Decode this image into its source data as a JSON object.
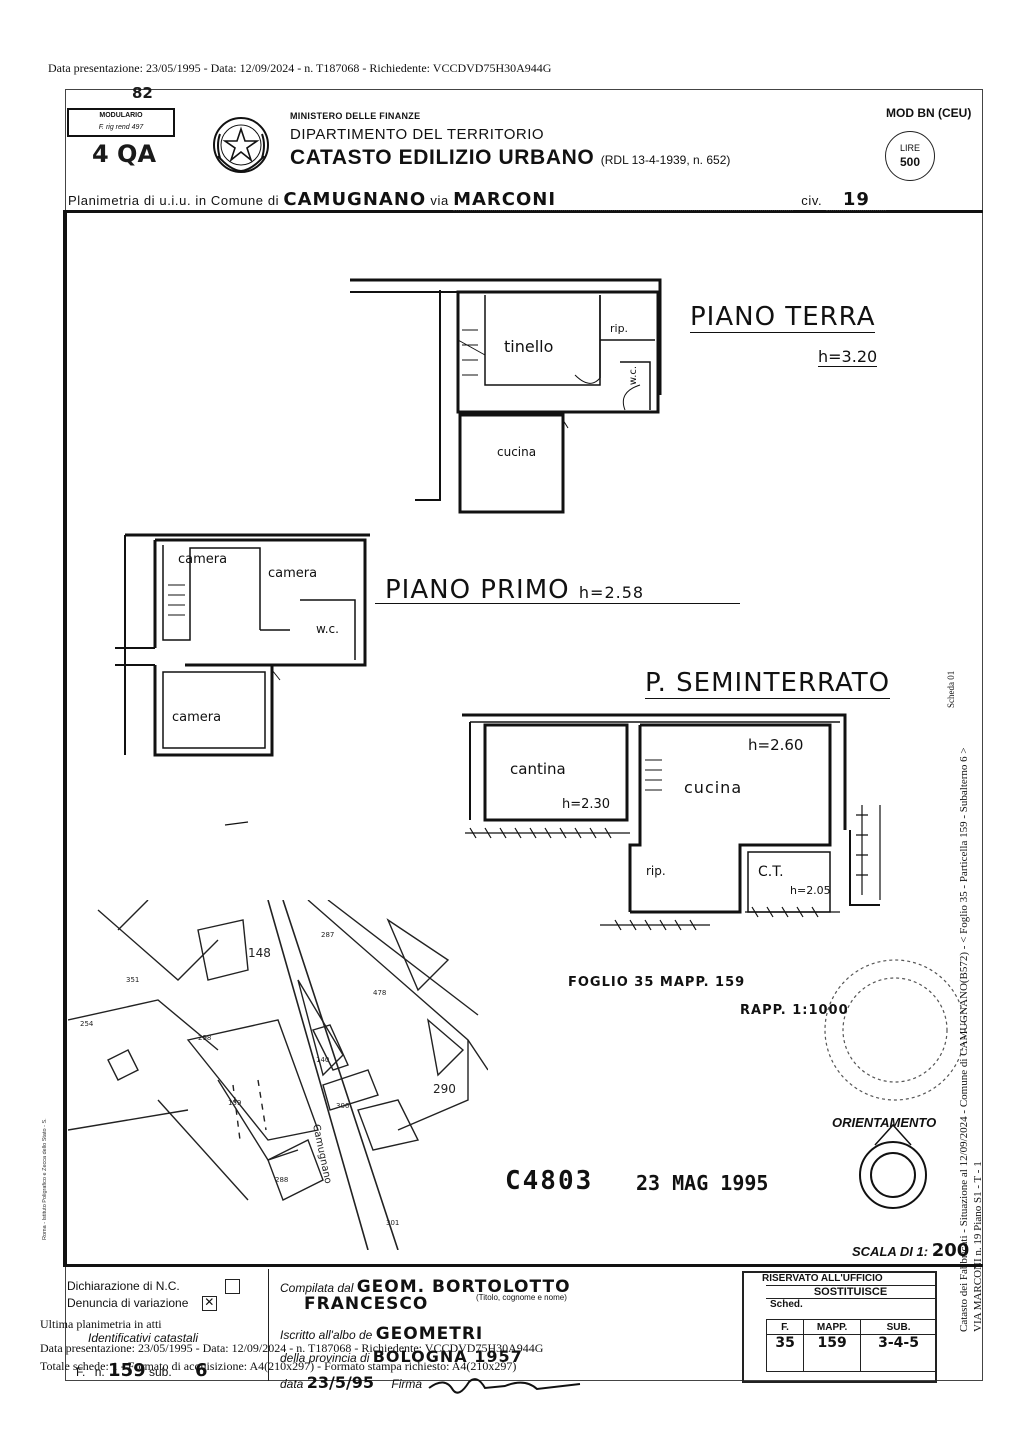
{
  "doc": {
    "top_line": "Data presentazione: 23/05/1995 - Data: 12/09/2024 - n. T187068 - Richiedente: VCCDVD75H30A944G",
    "pencil_note_top": "82",
    "pencil_note_left": "4 QA"
  },
  "header": {
    "modulario_line1": "MODULARIO",
    "modulario_line2": "F. rig rend 497",
    "ministry": "MINISTERO DELLE FINANZE",
    "department": "DIPARTIMENTO DEL TERRITORIO",
    "catasto_title": "CATASTO EDILIZIO URBANO",
    "catasto_law": "(RDL 13-4-1939, n. 652)",
    "mod_label": "MOD BN (CEU)",
    "lire_label": "LIRE",
    "lire_value": "500",
    "planimetria_label": "Planimetria di u.i.u. in Comune di",
    "comune": "CAMUGNANO",
    "via_label": "via",
    "via": "MARCONI",
    "civ_label": "civ.",
    "civ": "19"
  },
  "plans": {
    "ground": {
      "title": "PIANO TERRA",
      "height": "h=3.20",
      "rooms": {
        "tinello": "tinello",
        "rip": "rip.",
        "wc": "w.c.",
        "cucina": "cucina"
      }
    },
    "first": {
      "title": "PIANO PRIMO",
      "height": "h=2.58",
      "rooms": {
        "camera1": "camera",
        "camera2": "camera",
        "wc": "w.c.",
        "camera3": "camera"
      }
    },
    "semi": {
      "title": "P. SEMINTERRATO",
      "rooms": {
        "cantina": "cantina",
        "cantina_h": "h=2.30",
        "cucina": "cucina",
        "cucina_h": "h=2.60",
        "rip": "rip.",
        "ct": "C.T.",
        "ct_h": "h=2.05"
      }
    }
  },
  "map": {
    "foglio_note": "FOGLIO 35 MAPP. 159",
    "rapp_note": "RAPP. 1:1000",
    "street": "Camugnano",
    "parcels": [
      "148",
      "287",
      "478",
      "290",
      "159",
      "140",
      "351",
      "254",
      "298",
      "306",
      "301",
      "288"
    ]
  },
  "stamp": {
    "code": "C4803",
    "date": "23 MAG 1995"
  },
  "orientation": {
    "label": "ORIENTAMENTO"
  },
  "scale": {
    "label": "SCALA DI 1:",
    "value": "200"
  },
  "side_text": {
    "line1": "Catasto dei Fabbricati - Situazione al 12/09/2024 - Comune di CAMUGNANO(B572) - < Foglio 35 - Particella 159 - Subalterno 6 >",
    "line2": "VIA MARCONI n. 19 Piano S1 - T - 1",
    "scheda": "Scheda 01"
  },
  "printer_credit": "Roma - Istituto Poligrafico e Zecca dello Stato - S.",
  "declaration": {
    "dichiarazione": "Dichiarazione di N.C.",
    "denuncia": "Denuncia di variazione",
    "ident_label": "Identificativi catastali",
    "ident_f": "F.",
    "ident_n": "n.",
    "ident_n_value": "159",
    "ident_sub": "sub.",
    "ident_sub_value": "6",
    "compilata_label": "Compilata dal",
    "compilata_value": "GEOM. BORTOLOTTO",
    "compilata_name": "FRANCESCO",
    "titolo_hint": "(Titolo, cognome e nome)",
    "iscritto_label": "Iscritto all'albo de",
    "iscritto_value": "GEOMETRI",
    "provincia_label": "della provincia di",
    "provincia_value": "BOLOGNA 1957",
    "data_label": "data",
    "data_value": "23/5/95",
    "firma_label": "Firma"
  },
  "office": {
    "riservato": "RISERVATO ALL'UFFICIO",
    "sostituisce": "SOSTITUISCE",
    "sched": "Sched.",
    "col_f": "F.",
    "col_mapp": "MAPP.",
    "col_sub": "SUB.",
    "val_f": "35",
    "val_mapp": "159",
    "val_sub": "3-4-5"
  },
  "overlay": {
    "line1": "Ultima planimetria in atti",
    "line2": "Data presentazione: 23/05/1995 - Data: 12/09/2024 - n. T187068 - Richiedente: VCCDVD75H30A944G",
    "line3": "Totale schede: 1 - Formato di acquisizione: A4(210x297) - Formato stampa richiesto: A4(210x297)"
  }
}
